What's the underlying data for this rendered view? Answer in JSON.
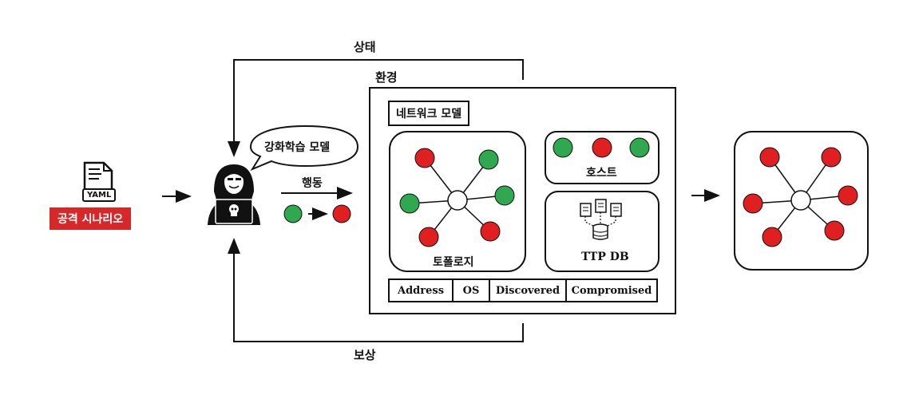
{
  "labels": {
    "state": "상태",
    "environment": "환경",
    "action": "행동",
    "reward": "보상",
    "rl_model": "강화학습 모델",
    "network_model": "네트워크 모델",
    "topology": "토폴로지",
    "host": "호스트",
    "ttp_db": "TTP DB",
    "yaml": "YAML",
    "attack_scenario": "공격 시나리오"
  },
  "host_table": {
    "columns": [
      "Address",
      "OS",
      "Discovered",
      "Compromised"
    ]
  },
  "node_states": {
    "action_transition": [
      "green",
      "red"
    ],
    "topology_nodes": [
      "red",
      "green",
      "green",
      "green",
      "red",
      "red"
    ],
    "host_row": [
      "green",
      "red",
      "green"
    ],
    "result_nodes": [
      "red",
      "red",
      "red",
      "red",
      "red",
      "red"
    ]
  },
  "colors": {
    "compromised": "#e02020",
    "uncompromised": "#2fa84f",
    "scenario_bg": "#d62828"
  },
  "icons": [
    "document-icon",
    "hacker-icon",
    "database-icon"
  ]
}
